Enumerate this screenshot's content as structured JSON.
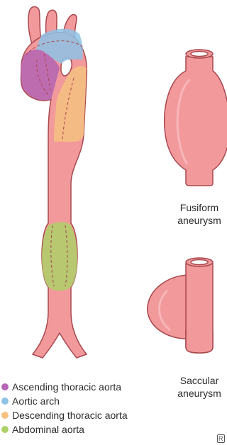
{
  "figure": {
    "fusiform_caption": [
      "Fusiform",
      "aneurysm"
    ],
    "saccular_caption": [
      "Saccular",
      "aneurysm"
    ],
    "corner_mark": "R"
  },
  "legend": [
    {
      "label": "Ascending thoracic aorta",
      "color": "#b565b4"
    },
    {
      "label": "Aortic arch",
      "color": "#8fc3e6"
    },
    {
      "label": "Descending thoracic aorta",
      "color": "#f6c280"
    },
    {
      "label": "Abdominal aorta",
      "color": "#aed068"
    }
  ],
  "colors": {
    "vessel": "#f2999c",
    "vessel_outline": "#a8484e",
    "vessel_highlight": "#f7b7b9"
  }
}
